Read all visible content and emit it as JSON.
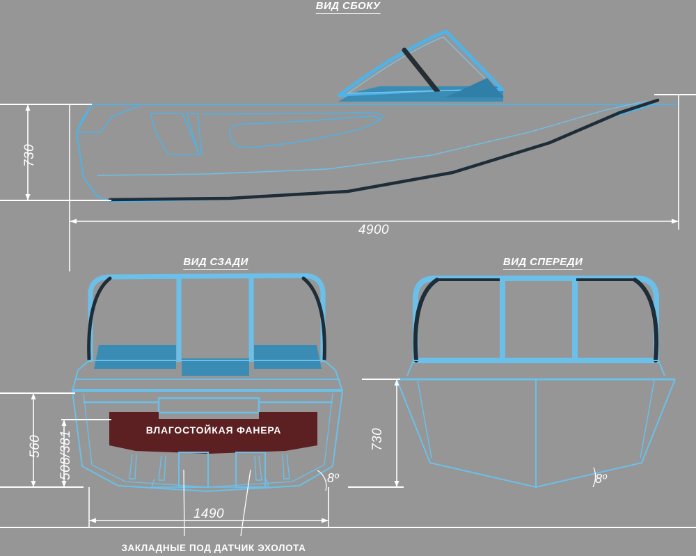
{
  "drawing": {
    "background_color": "#969696",
    "line_color": "#4fb3e8",
    "dark_line_color": "#1f2d38",
    "dim_color": "#ffffff",
    "fill_blue": "#3a8cb5",
    "plywood_color": "#5c1f22"
  },
  "views": {
    "side": {
      "title": "ВИД СБОКУ"
    },
    "rear": {
      "title": "ВИД СЗАДИ"
    },
    "front": {
      "title": "ВИД СПЕРЕДИ"
    }
  },
  "dimensions": {
    "side_height": "730",
    "side_length": "4900",
    "rear_total_height": "560",
    "rear_transom_height": "508/381",
    "rear_beam": "1490",
    "rear_deadrise": "8º",
    "front_height": "730",
    "front_deadrise": "8º"
  },
  "annotations": {
    "plywood": "ВЛАГОСТОЙКАЯ ФАНЕРА",
    "echo_sounder_pads": "ЗАКЛАДНЫЕ ПОД ДАТЧИК ЭХОЛОТА"
  }
}
